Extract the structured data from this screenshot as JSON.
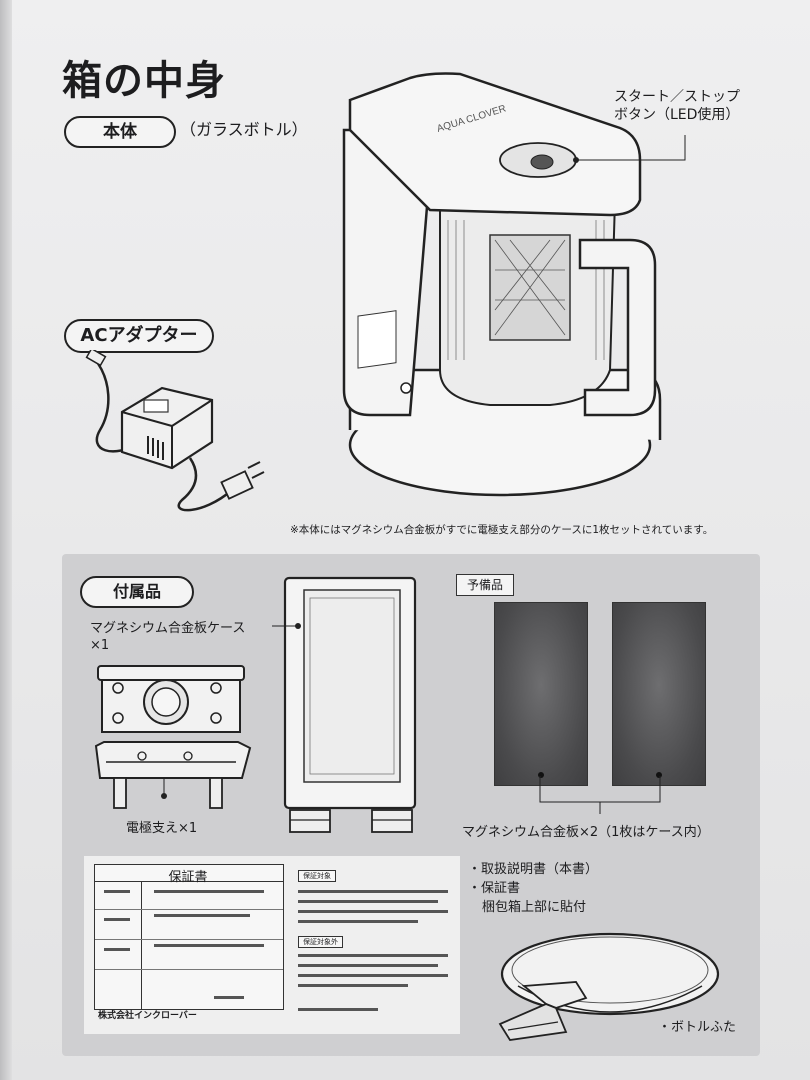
{
  "page": {
    "title": "箱の中身",
    "body_label": "本体",
    "body_sub": "（ガラスボトル）",
    "callout_line1": "スタート／ストップ",
    "callout_line2": "ボタン（LED使用）",
    "device_brand": "AQUA CLOVER",
    "ac_label": "ACアダプター",
    "note": "※本体にはマグネシウム合金板がすでに電極支え部分のケースに1枚セットされています。"
  },
  "accessories": {
    "label": "付属品",
    "case_label_line1": "マグネシウム合金板ケース",
    "case_label_line2": "×1",
    "electrode_label": "電極支え×1",
    "spare_label": "予備品",
    "plates_label": "マグネシウム合金板×2（1枚はケース内）",
    "warranty_title": "保証書",
    "warranty_tag1": "保証対象",
    "warranty_tag2": "保証対象外",
    "warranty_company": "株式会社インクローバー",
    "list_item1": "・取扱説明書（本書）",
    "list_item2": "・保証書",
    "list_item2_sub": "梱包箱上部に貼付",
    "lid_label": "・ボトルふた"
  }
}
